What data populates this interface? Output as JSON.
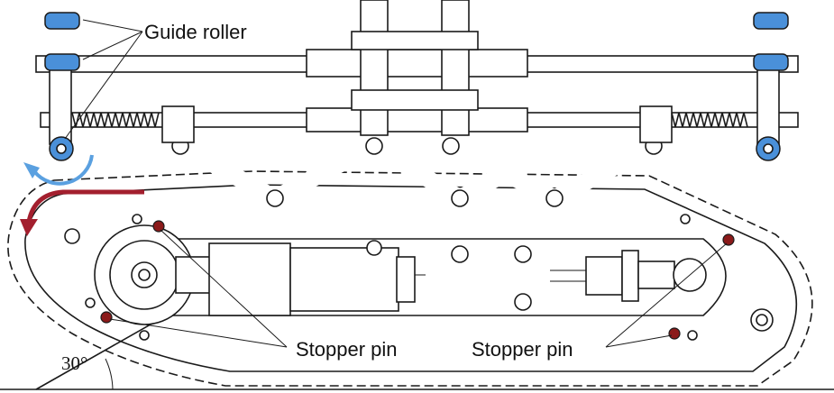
{
  "labels": {
    "guide_roller": "Guide roller",
    "stopper_pin_left": "Stopper pin",
    "stopper_pin_right": "Stopper pin",
    "angle": "30°"
  },
  "colors": {
    "guide_roller": "#4a90d9",
    "stopper_pin": "#8b1a1a",
    "red_arrow": "#a31f2e",
    "blue_arrow": "#5aa0e0",
    "line": "#1a1a1a"
  }
}
